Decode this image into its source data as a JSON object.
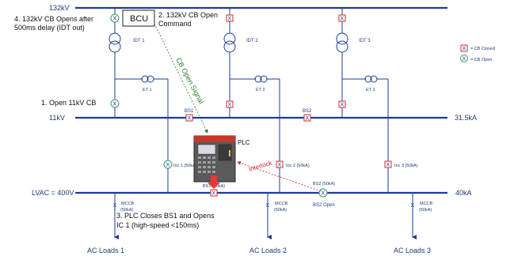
{
  "buses": {
    "b132": "132kV",
    "b11": "11kV",
    "b11_fault": "31.5kA",
    "lvac": "LVAC = 400V",
    "lvac_fault": "40kA"
  },
  "transformers": {
    "t1": "IDT 1",
    "t2": "IDT 2",
    "t3": "IDT 3"
  },
  "earthing": {
    "e1": "ET 1",
    "e2": "ET 2",
    "e3": "ET 3"
  },
  "bus_sections": {
    "bs1": "BS1",
    "bs2": "BS2",
    "bs1_lv": "BS1 (50kA)",
    "bs2_lv": "BS2 (50kA)",
    "bs2_open": "BS2 Open"
  },
  "incomers": {
    "ic1": "Inc 1 (50kA)",
    "ic2": "Inc 2 (50kA)",
    "ic3": "Inc 3 (50kA)"
  },
  "mccb": {
    "m1_a": "MCCB",
    "m1_b": "(50kA)",
    "m2_a": "MCCB",
    "m2_b": "(50kA)",
    "m3_a": "MCCB",
    "m3_b": "(50kA)"
  },
  "loads": {
    "l1": "AC Loads 1",
    "l2": "AC Loads 2",
    "l3": "AC Loads 3"
  },
  "devices": {
    "bcu": "BCU",
    "plc": "PLC"
  },
  "signals": {
    "cb_open": "CB Open Signal",
    "interlock": "Interlock"
  },
  "steps": {
    "s1": "1. Open 11kV CB",
    "s2_a": "2. 132kV CB Open",
    "s2_b": "Command",
    "s3_a": "3. PLC Closes BS1 and Opens",
    "s3_b": "IC 1 (high-speed <150ms)",
    "s4_a": "4. 132kV CB Opens after",
    "s4_b": "500ms delay (IDT out)"
  },
  "legend": {
    "closed": "= CB Closed",
    "open": "= CB Open"
  },
  "symbols": {
    "closed_glyph": "X",
    "open_glyph": "X"
  },
  "colors": {
    "bus": "#1f3b9a",
    "cb_closed": "#d32f2f",
    "cb_open": "#2e9d6a",
    "signal": "#2e7d32",
    "interlock": "#c62828"
  }
}
